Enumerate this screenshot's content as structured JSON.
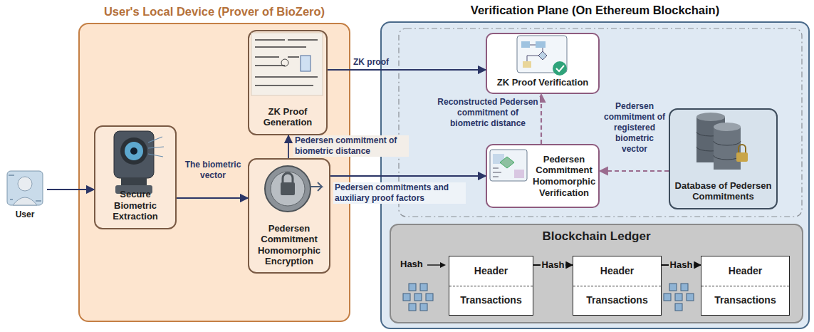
{
  "diagram": {
    "nodes": [
      {
        "text": [
          "User"
        ]
      },
      {
        "text": [
          "User's Local Device (Prover of BioZero)"
        ]
      },
      {
        "text": [
          "Secure Biometric Extraction"
        ],
        "in": 1
      },
      {
        "text": [
          "ZK Proof Generation"
        ],
        "in": 1
      },
      {
        "text": [
          "Pedersen Commitment Homomorphic Encryption"
        ],
        "in": 1
      },
      {
        "text": [
          "Verification Plane (On Ethereum Blockchain)"
        ]
      },
      {
        "text": [
          "ZK Proof Verification"
        ],
        "in": 5
      },
      {
        "text": [
          "Pedersen Commitment Homomorphic Verification"
        ],
        "in": 5
      },
      {
        "text": [
          "Database of Pedersen Commitments"
        ],
        "in": 5
      },
      {
        "text": [
          "Blockchain Ledger"
        ],
        "in": 5
      },
      {
        "text": [
          "Header",
          "Transactions"
        ],
        "in": 9
      },
      {
        "text": [
          "Header",
          "Transactions"
        ],
        "in": 9
      },
      {
        "text": [
          "Header",
          "Transactions"
        ],
        "in": 9
      }
    ],
    "edges": [
      {
        "from": 0,
        "to": 2,
        "arrow": "to"
      },
      {
        "from": 2,
        "to": 4,
        "label": "The biometric vector",
        "arrow": "to"
      },
      {
        "from": 4,
        "to": 3,
        "label": "Pedersen commitment of biometric distance",
        "arrow": "to"
      },
      {
        "from": 3,
        "to": 6,
        "label": "ZK proof",
        "arrow": "to"
      },
      {
        "from": 4,
        "to": 7,
        "label": "Pedersen commitments and auxiliary proof factors",
        "arrow": "to"
      },
      {
        "from": 8,
        "to": 7,
        "label": "Pedersen commitment of registered biometric vector",
        "arrow": "to"
      },
      {
        "from": 7,
        "to": 6,
        "label": "Reconstructed Pedersen commitment of biometric distance",
        "arrow": "to"
      },
      {
        "from": 10,
        "to": 11,
        "label": "Hash",
        "arrow": "to"
      },
      {
        "from": 11,
        "to": 12,
        "label": "Hash",
        "arrow": "to"
      }
    ],
    "labels": [
      "Hash"
    ]
  }
}
